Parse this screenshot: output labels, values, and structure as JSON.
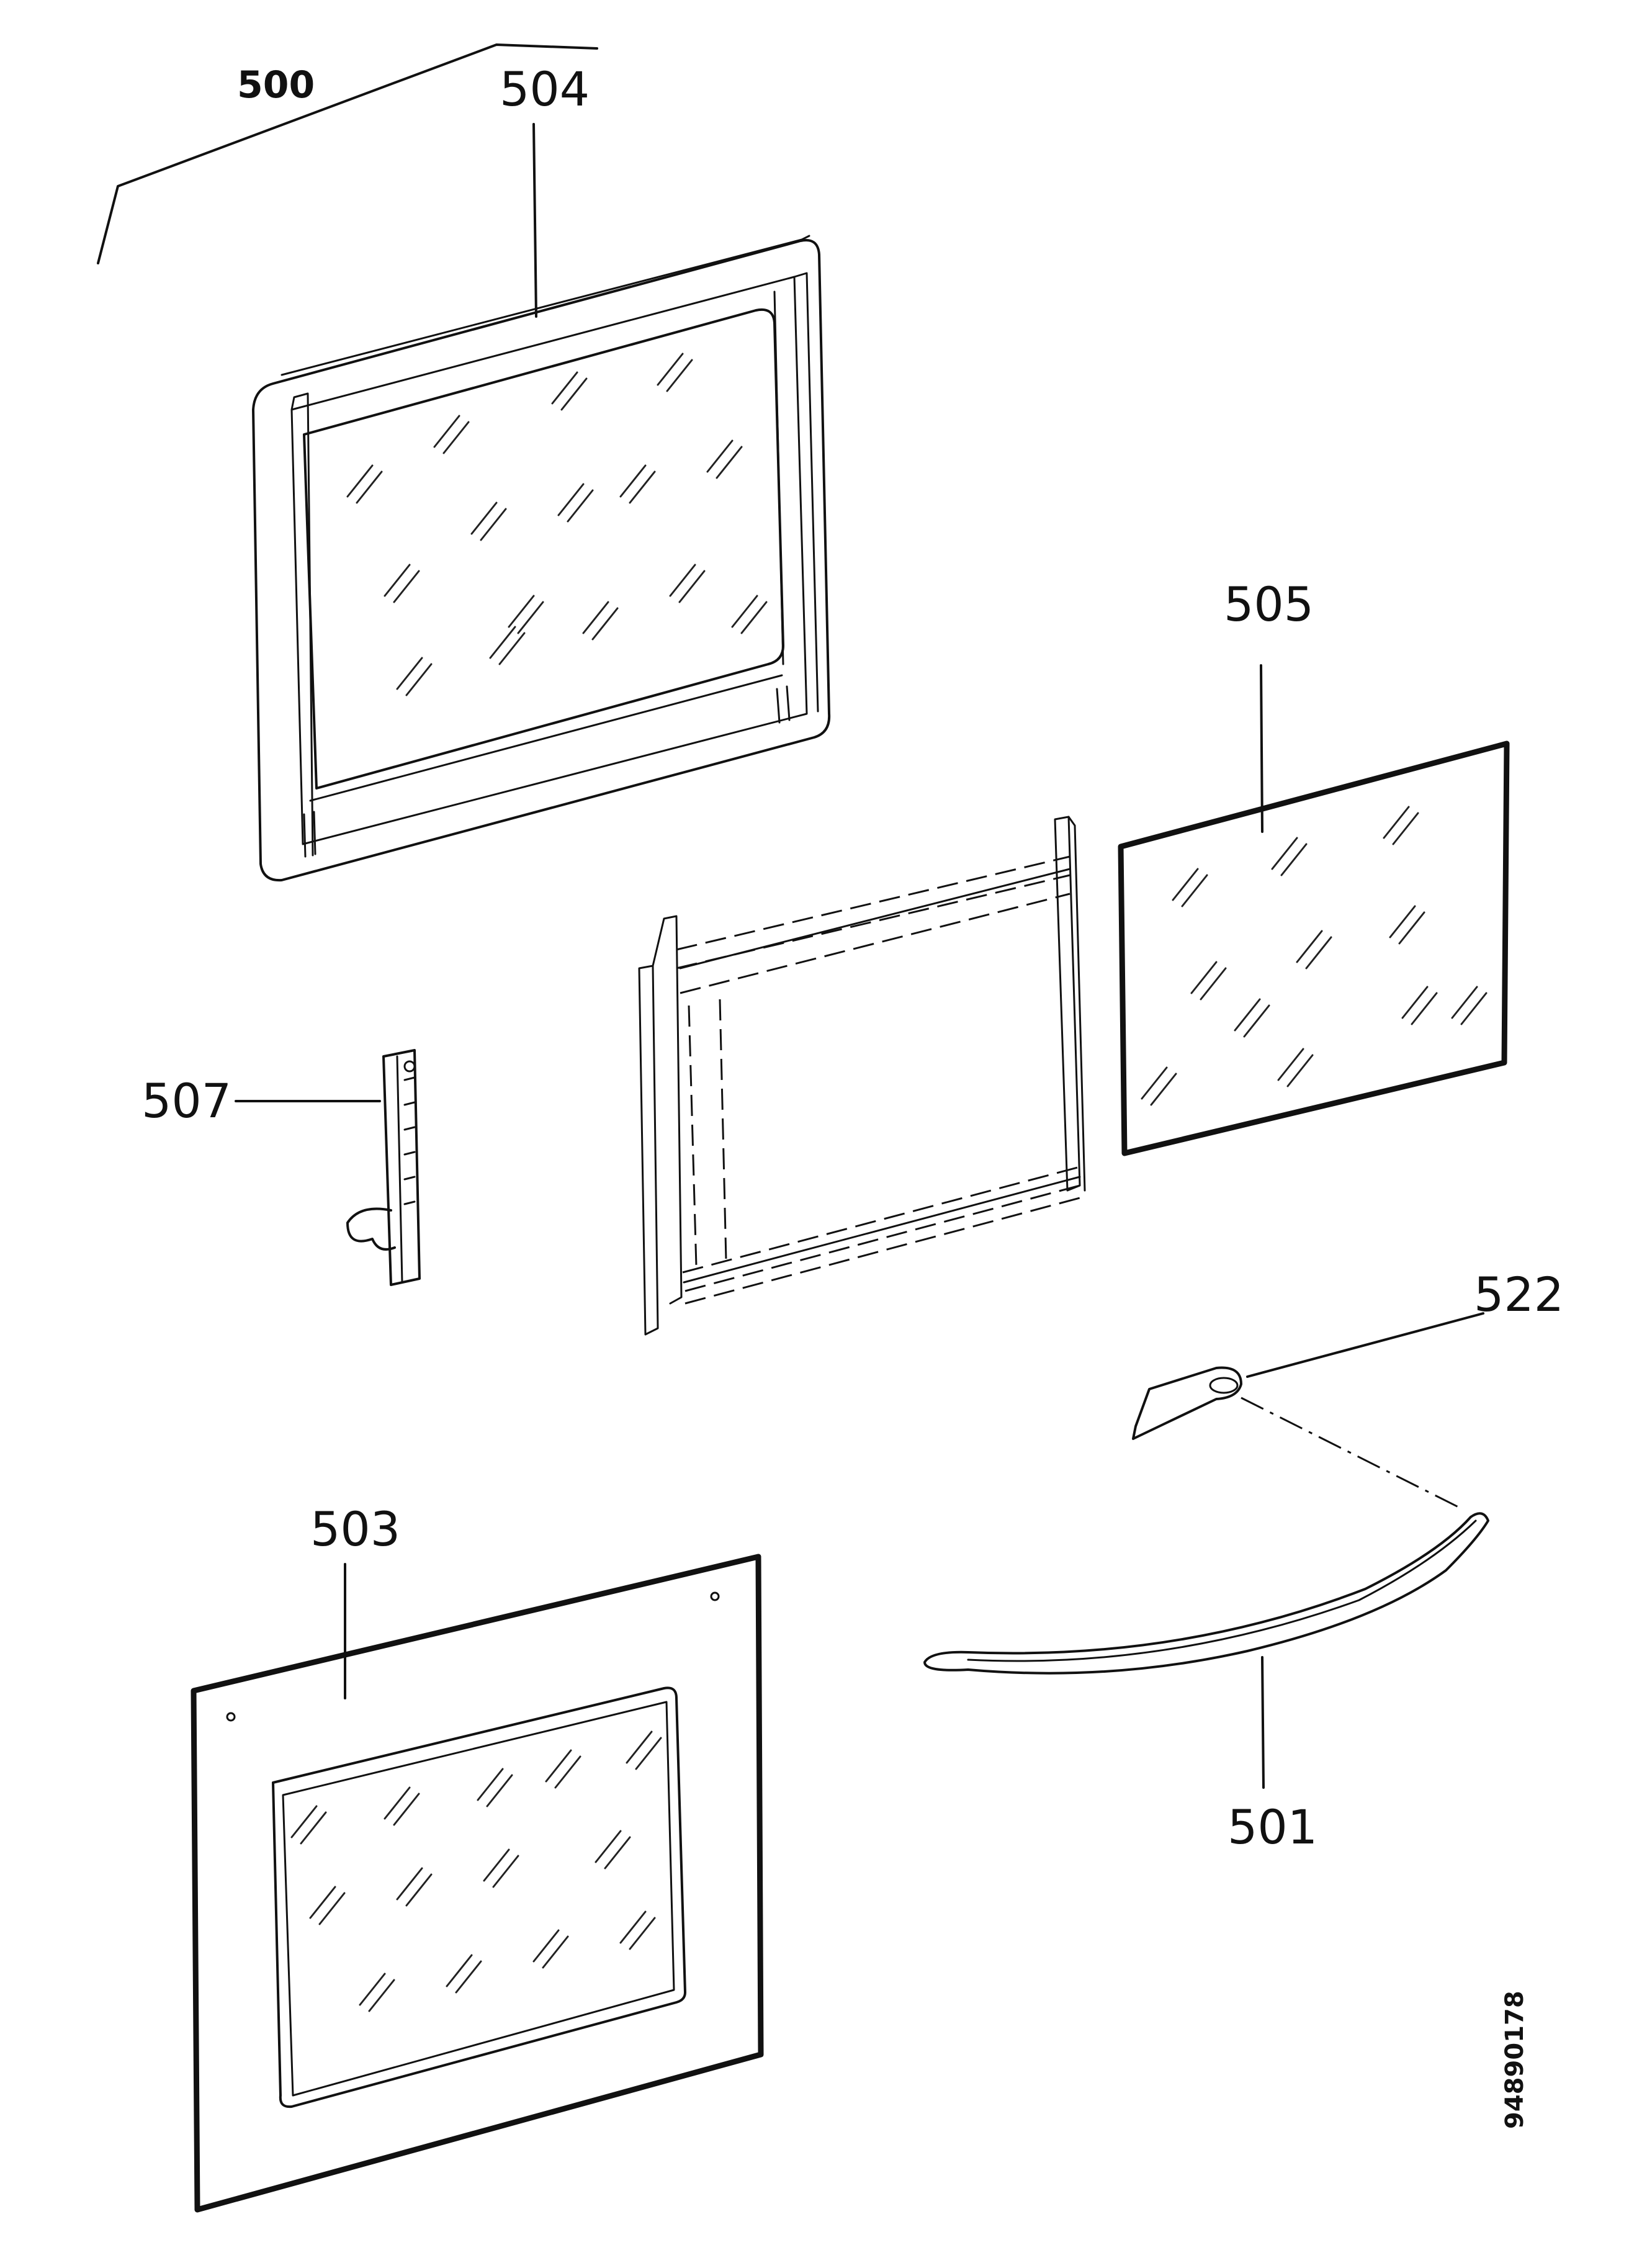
{
  "diagram": {
    "parts": [
      {
        "id": "assembly",
        "label": "500"
      },
      {
        "id": "inner-door",
        "label": "504"
      },
      {
        "id": "glass-panel",
        "label": "505"
      },
      {
        "id": "hinge",
        "label": "507"
      },
      {
        "id": "handle-support",
        "label": "522"
      },
      {
        "id": "outer-door",
        "label": "503"
      },
      {
        "id": "handle",
        "label": "501"
      }
    ],
    "document_number": "94890178"
  }
}
